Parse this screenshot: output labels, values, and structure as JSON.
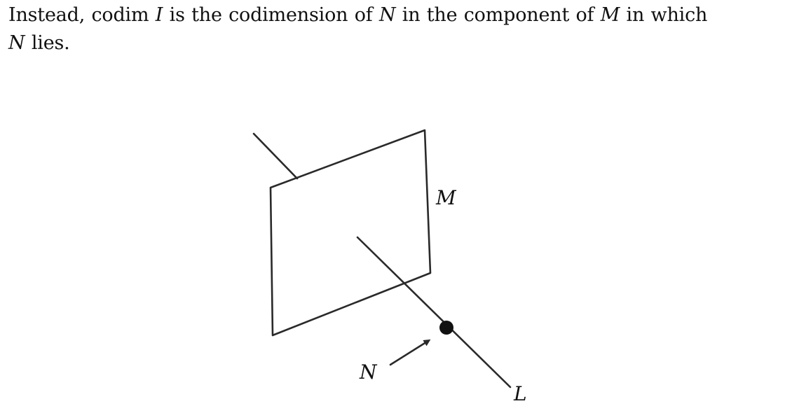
{
  "paragraph": {
    "line1_start": "Instead, codim ",
    "line1_I": "I",
    "line1_mid1": " is the codimension of ",
    "line1_N": "N",
    "line1_mid2": " in the component of ",
    "line1_M": "M",
    "line1_end": " in which",
    "line2_N": "N",
    "line2_end": " lies."
  },
  "figure": {
    "label_M": "M",
    "label_N": "N",
    "label_L": "L"
  }
}
